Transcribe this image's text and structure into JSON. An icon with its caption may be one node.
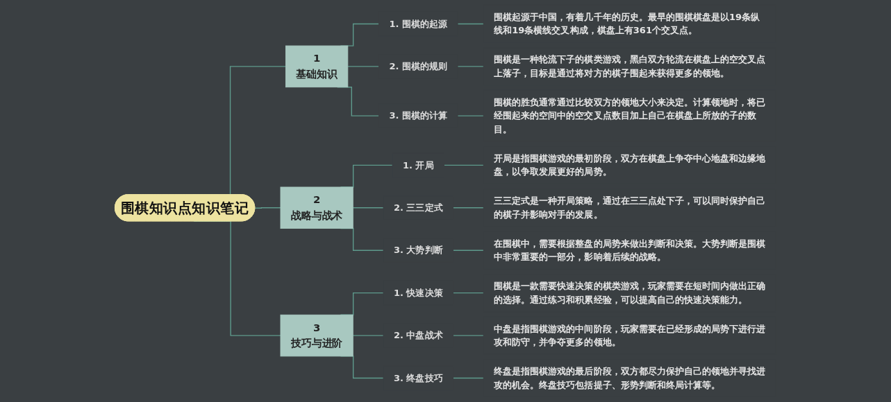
{
  "diagram": {
    "nodes": [
      {
        "text": [
          "围棋知识点知识笔记"
        ]
      },
      {
        "text": [
          "1",
          "基础知识"
        ]
      },
      {
        "text": [
          "2",
          "战略与战术"
        ]
      },
      {
        "text": [
          "3",
          "技巧与进阶"
        ]
      },
      {
        "text": [
          "1. 围棋的起源"
        ]
      },
      {
        "text": [
          "围棋起源于中国，有着几千年的历史。最早的围棋棋盘是以19条纵线和19条横线交叉构成，棋盘上有361个交叉点。"
        ]
      },
      {
        "text": [
          "2. 围棋的规则"
        ]
      },
      {
        "text": [
          "围棋是一种轮流下子的棋类游戏，黑白双方轮流在棋盘上的空交叉点上落子，目标是通过将对方的棋子围起来获得更多的领地。"
        ]
      },
      {
        "text": [
          "3. 围棋的计算"
        ]
      },
      {
        "text": [
          "围棋的胜负通常通过比较双方的领地大小来决定。计算领地时，将已经围起来的空间中的空交叉点数目加上自己在棋盘上所放的子的数目。"
        ]
      },
      {
        "text": [
          "1. 开局"
        ]
      },
      {
        "text": [
          "开局是指围棋游戏的最初阶段，双方在棋盘上争夺中心地盘和边缘地盘，以争取发展更好的局势。"
        ]
      },
      {
        "text": [
          "2. 三三定式"
        ]
      },
      {
        "text": [
          "三三定式是一种开局策略，通过在三三点处下子，可以同时保护自己的棋子并影响对手的发展。"
        ]
      },
      {
        "text": [
          "3. 大势判断"
        ]
      },
      {
        "text": [
          "在围棋中，需要根据整盘的局势来做出判断和决策。大势判断是围棋中非常重要的一部分，影响着后续的战略。"
        ]
      },
      {
        "text": [
          "1. 快速决策"
        ]
      },
      {
        "text": [
          "围棋是一款需要快速决策的棋类游戏，玩家需要在短时间内做出正确的选择。通过练习和积累经验，可以提高自己的快速决策能力。"
        ]
      },
      {
        "text": [
          "2. 中盘战术"
        ]
      },
      {
        "text": [
          "中盘是指围棋游戏的中间阶段，玩家需要在已经形成的局势下进行进攻和防守，并争夺更多的领地。"
        ]
      },
      {
        "text": [
          "3. 终盘技巧"
        ]
      },
      {
        "text": [
          "终盘是指围棋游戏的最后阶段，双方都尽力保护自己的领地并寻找进攻的机会。终盘技巧包括提子、形势判断和终局计算等。"
        ]
      }
    ],
    "edges": [
      {
        "from": 0,
        "to": 1,
        "arrow": "none"
      },
      {
        "from": 0,
        "to": 2,
        "arrow": "none"
      },
      {
        "from": 0,
        "to": 3,
        "arrow": "none"
      },
      {
        "from": 1,
        "to": 4,
        "arrow": "none"
      },
      {
        "from": 4,
        "to": 5,
        "arrow": "none"
      },
      {
        "from": 1,
        "to": 6,
        "arrow": "none"
      },
      {
        "from": 6,
        "to": 7,
        "arrow": "none"
      },
      {
        "from": 1,
        "to": 8,
        "arrow": "none"
      },
      {
        "from": 8,
        "to": 9,
        "arrow": "none"
      },
      {
        "from": 2,
        "to": 10,
        "arrow": "none"
      },
      {
        "from": 10,
        "to": 11,
        "arrow": "none"
      },
      {
        "from": 2,
        "to": 12,
        "arrow": "none"
      },
      {
        "from": 12,
        "to": 13,
        "arrow": "none"
      },
      {
        "from": 2,
        "to": 14,
        "arrow": "none"
      },
      {
        "from": 14,
        "to": 15,
        "arrow": "none"
      },
      {
        "from": 3,
        "to": 16,
        "arrow": "none"
      },
      {
        "from": 16,
        "to": 17,
        "arrow": "none"
      },
      {
        "from": 3,
        "to": 18,
        "arrow": "none"
      },
      {
        "from": 18,
        "to": 19,
        "arrow": "none"
      },
      {
        "from": 3,
        "to": 20,
        "arrow": "none"
      },
      {
        "from": 20,
        "to": 21,
        "arrow": "none"
      }
    ]
  }
}
